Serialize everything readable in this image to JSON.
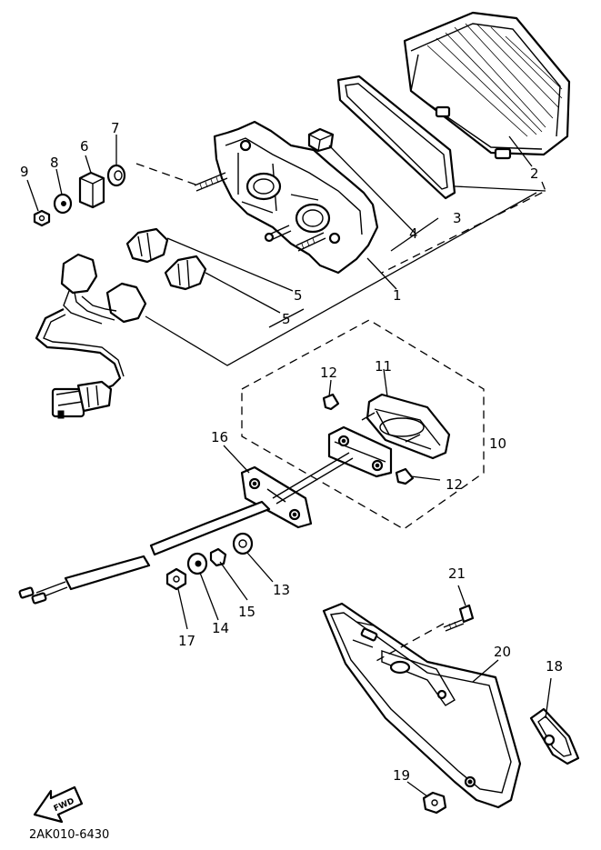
{
  "diagram_code": "2AK010-6430",
  "fwd_label": "FWD",
  "callouts": {
    "c1": "1",
    "c2": "2",
    "c3": "3",
    "c4": "4",
    "c5a": "5",
    "c5b": "5",
    "c6": "6",
    "c7": "7",
    "c8": "8",
    "c9": "9",
    "c10": "10",
    "c11": "11",
    "c12a": "12",
    "c12b": "12",
    "c13": "13",
    "c14": "14",
    "c15": "15",
    "c16": "16",
    "c17": "17",
    "c18": "18",
    "c19": "19",
    "c20": "20",
    "c21": "21"
  }
}
